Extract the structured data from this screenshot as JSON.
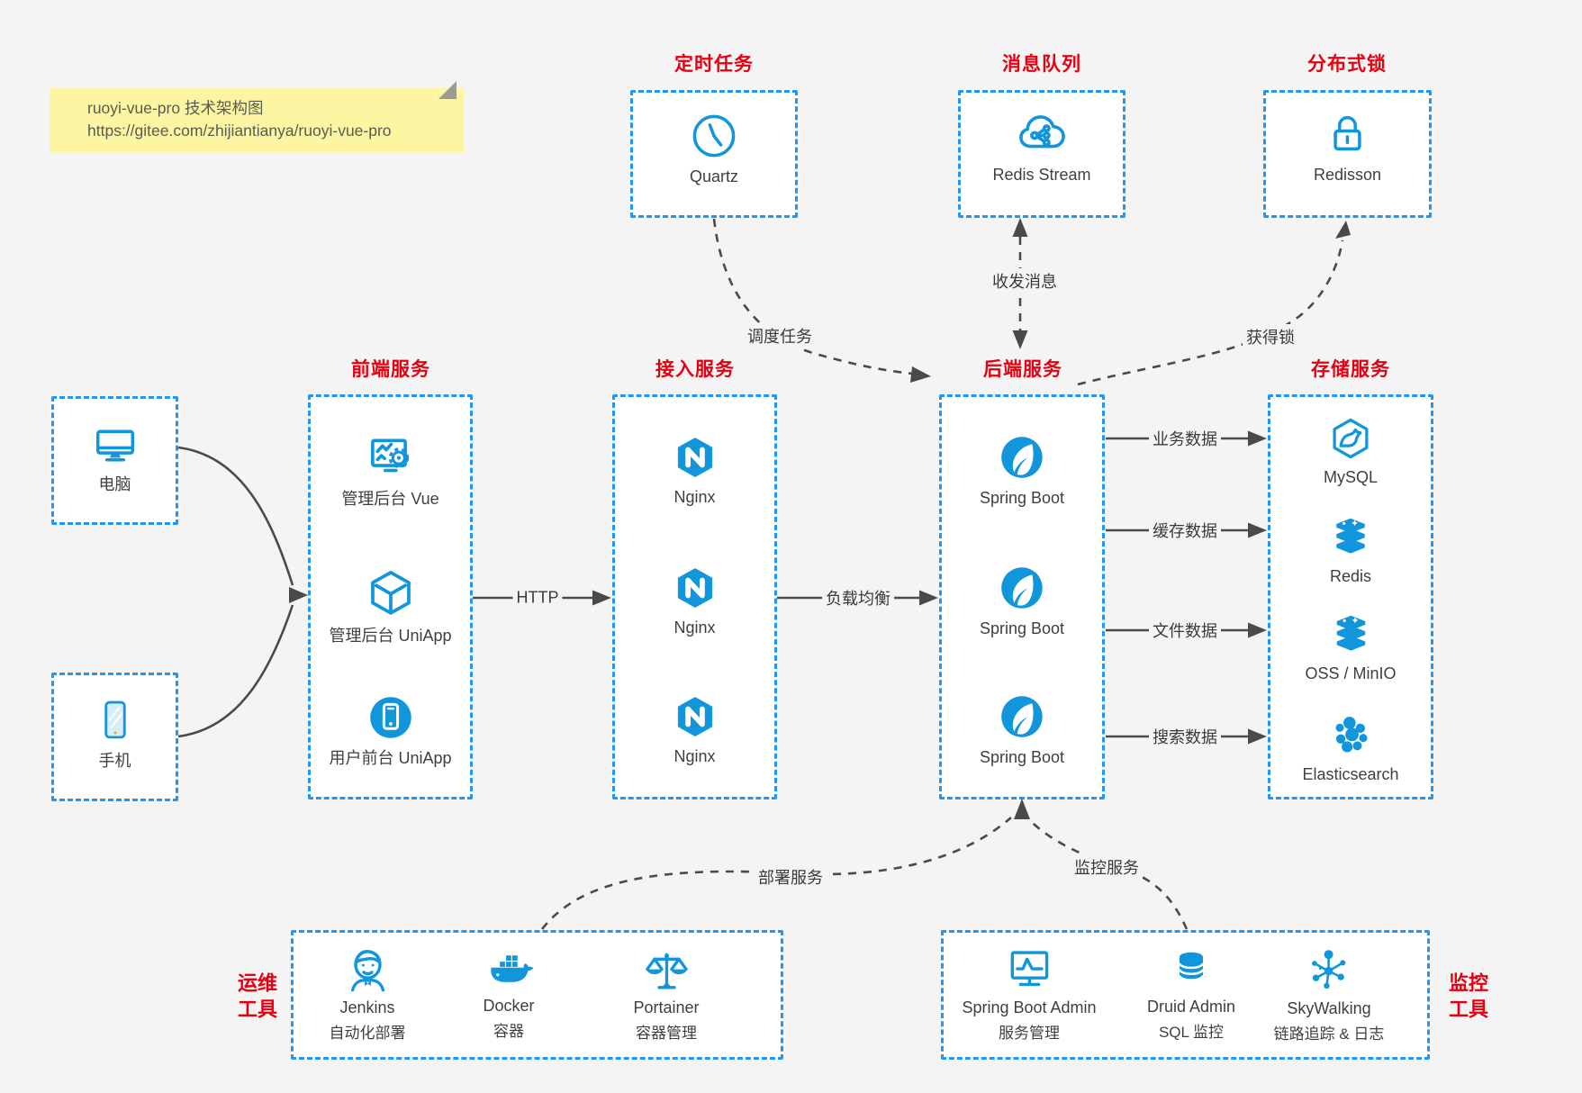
{
  "note": {
    "line1": "ruoyi-vue-pro 技术架构图",
    "line2": "https://gitee.com/zhijiantianya/ruoyi-vue-pro"
  },
  "top_services": {
    "scheduler": {
      "title": "定时任务",
      "item": "Quartz"
    },
    "mq": {
      "title": "消息队列",
      "item": "Redis Stream"
    },
    "lock": {
      "title": "分布式锁",
      "item": "Redisson"
    }
  },
  "clients": {
    "pc": {
      "label": "电脑"
    },
    "mobile": {
      "label": "手机"
    }
  },
  "frontend": {
    "title": "前端服务",
    "items": [
      {
        "label": "管理后台 Vue"
      },
      {
        "label": "管理后台 UniApp"
      },
      {
        "label": "用户前台 UniApp"
      }
    ]
  },
  "gateway": {
    "title": "接入服务",
    "items": [
      {
        "label": "Nginx"
      },
      {
        "label": "Nginx"
      },
      {
        "label": "Nginx"
      }
    ]
  },
  "backend": {
    "title": "后端服务",
    "items": [
      {
        "label": "Spring Boot"
      },
      {
        "label": "Spring Boot"
      },
      {
        "label": "Spring Boot"
      }
    ]
  },
  "storage": {
    "title": "存储服务",
    "items": [
      {
        "label": "MySQL"
      },
      {
        "label": "Redis"
      },
      {
        "label": "OSS / MinIO"
      },
      {
        "label": "Elasticsearch"
      }
    ]
  },
  "ops": {
    "title_line1": "运维",
    "title_line2": "工具",
    "items": [
      {
        "name": "Jenkins",
        "desc": "自动化部署"
      },
      {
        "name": "Docker",
        "desc": "容器"
      },
      {
        "name": "Portainer",
        "desc": "容器管理"
      }
    ]
  },
  "monitor": {
    "title_line1": "监控",
    "title_line2": "工具",
    "items": [
      {
        "name": "Spring Boot Admin",
        "desc": "服务管理"
      },
      {
        "name": "Druid Admin",
        "desc": "SQL 监控"
      },
      {
        "name": "SkyWalking",
        "desc": "链路追踪 & 日志"
      }
    ]
  },
  "edges": {
    "http": "HTTP",
    "load_balance": "负载均衡",
    "schedule": "调度任务",
    "message": "收发消息",
    "lock": "获得锁",
    "db": "业务数据",
    "cache": "缓存数据",
    "file": "文件数据",
    "search": "搜索数据",
    "deploy": "部署服务",
    "monitoring": "监控服务"
  },
  "colors": {
    "accent": "#1296db",
    "box_border": "#2196f3",
    "red": "#e60012",
    "arrow": "#4a4a4a",
    "canvas": "#f4f4f5",
    "note_bg": "#fcf6a3",
    "label": "#3f3f3f"
  }
}
